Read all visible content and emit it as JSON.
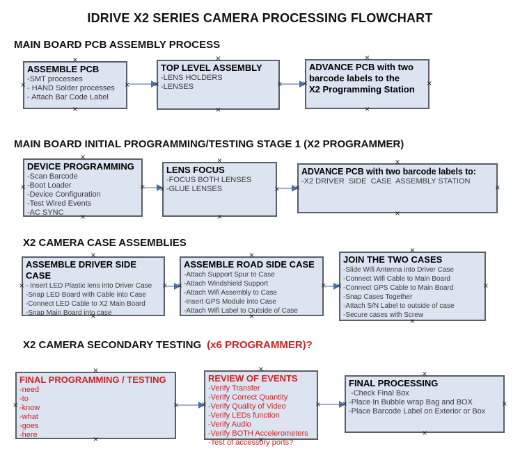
{
  "title": "IDRIVE X2  SERIES CAMERA PROCESSING FLOWCHART",
  "icons": {
    "connection_mark": "×"
  },
  "colors": {
    "box_fill": "#dce4f1",
    "box_border": "#5a5f66",
    "arrow_line": "#a2b1d1",
    "arrow_head": "#4a6da8",
    "red_text": "#cc2222",
    "black_text": "#111111"
  },
  "sections": [
    {
      "header": "MAIN BOARD PCB ASSEMBLY PROCESS",
      "boxes": [
        {
          "title": "ASSEMBLE PCB",
          "items": [
            "-SMT processes",
            "- HAND Solder processes",
            "- Attach Bar Code Label"
          ]
        },
        {
          "title": "TOP LEVEL ASSEMBLY",
          "items": [
            "-LENS HOLDERS",
            "-LENSES"
          ]
        },
        {
          "title": "ADVANCE PCB with two\nbarcode labels to the\n X2 Programming Station",
          "items": []
        }
      ]
    },
    {
      "header": "MAIN BOARD INITIAL PROGRAMMING/TESTING STAGE 1 (X2 PROGRAMMER)",
      "boxes": [
        {
          "title": "DEVICE PROGRAMMING",
          "items": [
            "-Scan Barcode",
            "-Boot Loader",
            "-Device Configuration",
            "-Test Wired Events",
            "-AC SYNC"
          ]
        },
        {
          "title": "LENS FOCUS",
          "items": [
            "-FOCUS BOTH LENSES",
            "-GLUE LENSES"
          ]
        },
        {
          "title": "ADVANCE PCB with two barcode labels to:",
          "items": [
            "-X2 DRIVER  SIDE  CASE  ASSEMBLY STATION"
          ]
        }
      ]
    },
    {
      "header": "X2 CAMERA CASE ASSEMBLIES",
      "boxes": [
        {
          "title": "ASSEMBLE DRIVER SIDE CASE",
          "items": [
            "- Insert LED Plastic lens into Driver Case",
            "-Snap LED Board with Cable into Case",
            "-Connect LED Cable to X2 Main Board",
            "-Snap Main Board into case"
          ]
        },
        {
          "title": "ASSEMBLE ROAD SIDE CASE",
          "items": [
            "-Attach Support Spur to Case",
            "-Attach Windshield Support",
            "-Attach Wifi Assembly to Case",
            "-Insert GPS Module into Case",
            "-Attach Wifi Label to Outside of Case"
          ]
        },
        {
          "title": "JOIN THE TWO CASES",
          "items": [
            "-Slide Wifi Antenna into Driver Case",
            "-Connect Wifi Cable to Main Board",
            "-Connect GPS Cable to Main Board",
            "-Snap Cases Together",
            "-Attach S/N Label to outside of case",
            "-Secure cases with Screw"
          ]
        }
      ]
    },
    {
      "header": "X2 CAMERA SECONDARY TESTING",
      "header_suffix": "(x6 PROGRAMMER)?",
      "boxes": [
        {
          "title": "FINAL PROGRAMMING / TESTING",
          "items": [
            "-need",
            "-to",
            "-know",
            "-what",
            "-goes",
            "-here"
          ]
        },
        {
          "title": "REVIEW OF EVENTS",
          "items": [
            "-Verify Transfer",
            "-Verify Correct Quantity",
            "-Verify Quality of Video",
            "-Verify LEDs function",
            "-Verify Audio",
            "-Verify BOTH Accelerometers",
            "-Test of accessory ports?"
          ]
        },
        {
          "title": "FINAL PROCESSING",
          "items": [
            " -Check Final Box",
            "-Place In Bubble wrap Bag and BOX",
            "-Place Barcode Label on Exterior or Box"
          ]
        }
      ]
    }
  ]
}
